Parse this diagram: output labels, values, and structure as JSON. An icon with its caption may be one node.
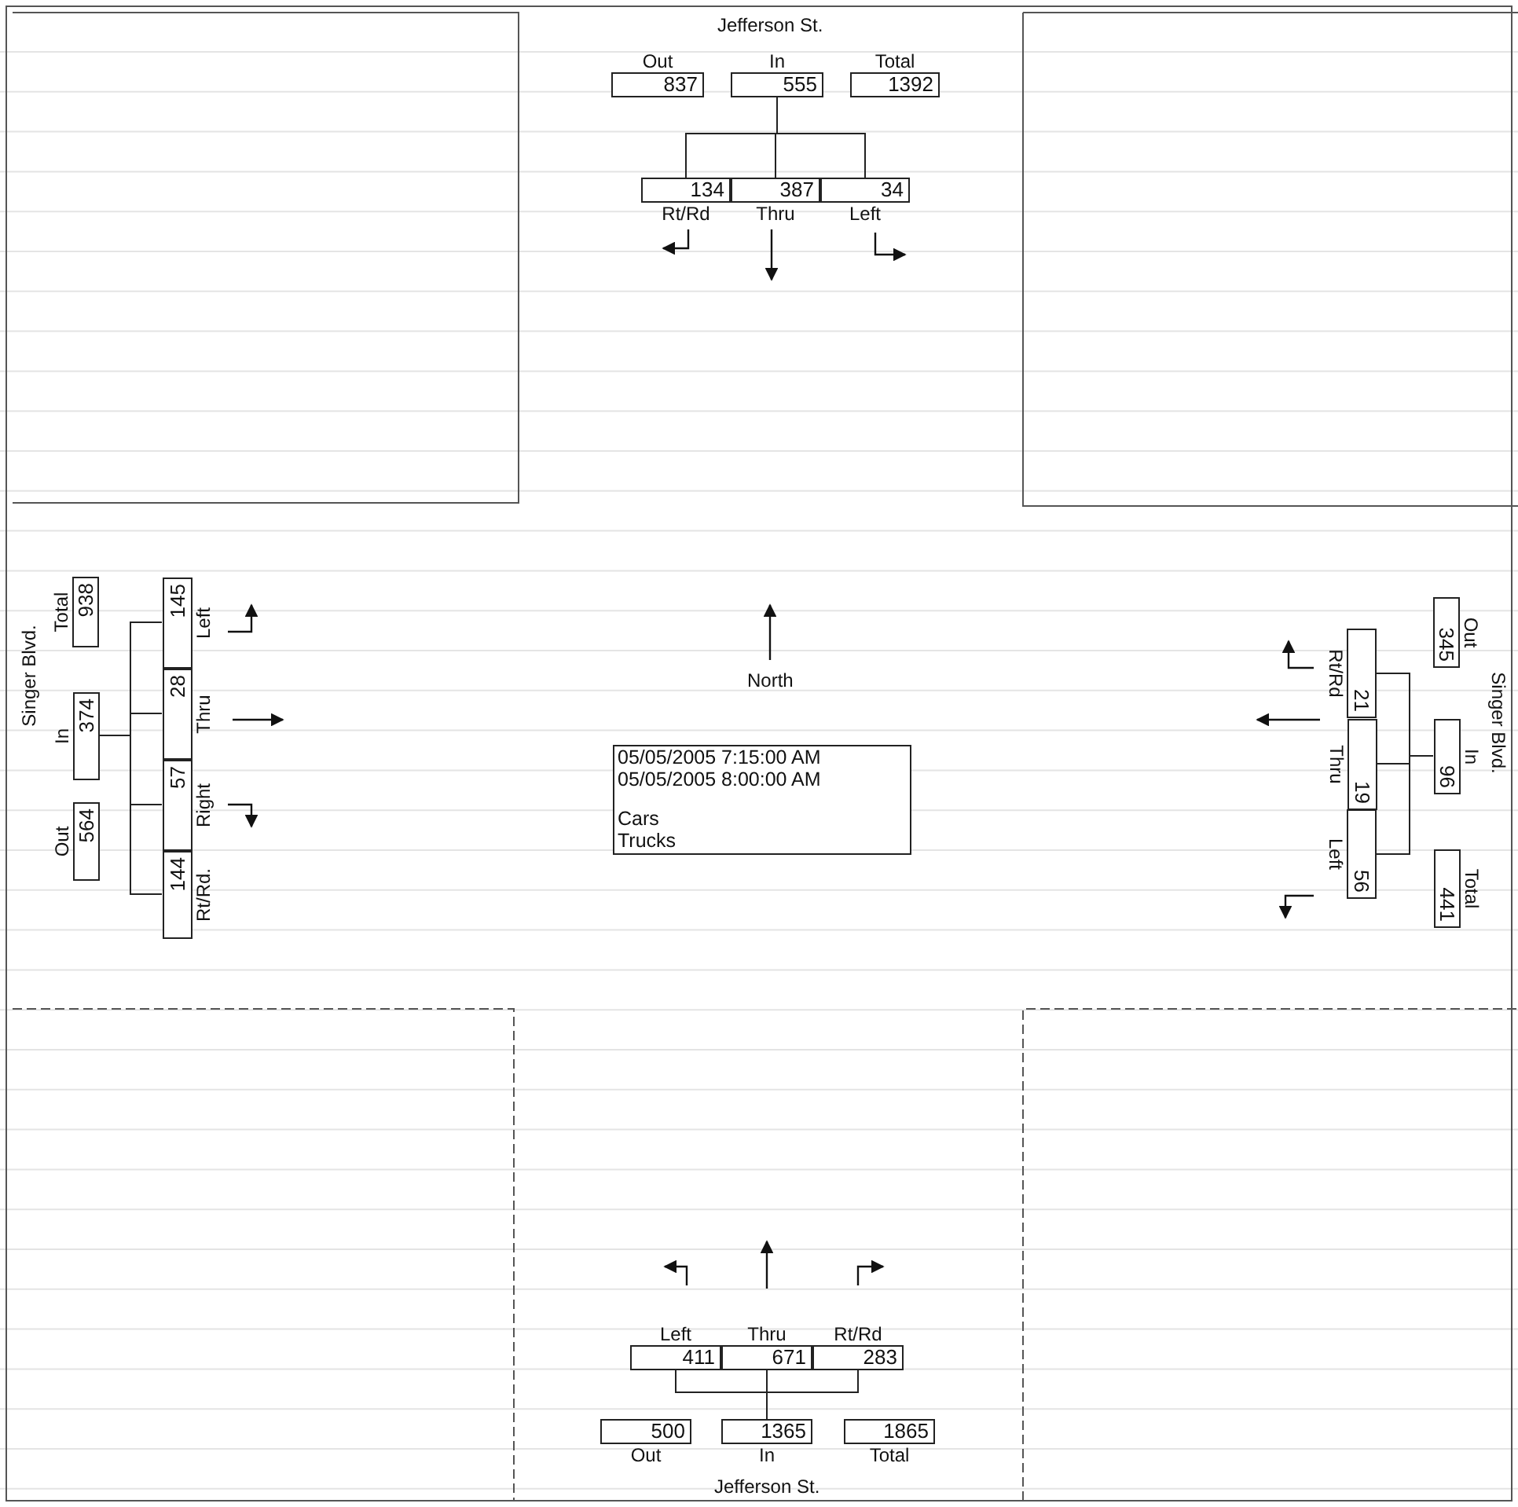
{
  "diagram": {
    "nodes": [
      {
        "text": [
          "Out",
          "837"
        ]
      },
      {
        "text": [
          "In",
          "555"
        ]
      },
      {
        "text": [
          "Total",
          "1392"
        ]
      },
      {
        "text": [
          "134",
          "Rt/Rd"
        ]
      },
      {
        "text": [
          "387",
          "Thru"
        ]
      },
      {
        "text": [
          "34",
          "Left"
        ]
      },
      {
        "text": [
          "Total",
          "938"
        ]
      },
      {
        "text": [
          "In",
          "374"
        ]
      },
      {
        "text": [
          "Out",
          "564"
        ]
      },
      {
        "text": [
          "145",
          "Left"
        ]
      },
      {
        "text": [
          "28",
          "Thru"
        ]
      },
      {
        "text": [
          "57",
          "Right"
        ]
      },
      {
        "text": [
          "144",
          "Rt/Rd."
        ]
      },
      {
        "text": [
          "05/05/2005 7:15:00 AM",
          "05/05/2005 8:00:00 AM",
          "Cars",
          "Trucks"
        ]
      },
      {
        "text": [
          "Rt/Rd",
          "21"
        ]
      },
      {
        "text": [
          "Thru",
          "19"
        ]
      },
      {
        "text": [
          "Left",
          "56"
        ]
      },
      {
        "text": [
          "345",
          "Out"
        ]
      },
      {
        "text": [
          "96",
          "In"
        ]
      },
      {
        "text": [
          "441",
          "Total"
        ]
      },
      {
        "text": [
          "Left",
          "411"
        ]
      },
      {
        "text": [
          "Thru",
          "671"
        ]
      },
      {
        "text": [
          "Rt/Rd",
          "283"
        ]
      },
      {
        "text": [
          "500",
          "Out"
        ]
      },
      {
        "text": [
          "1365",
          "In"
        ]
      },
      {
        "text": [
          "1865",
          "Total"
        ]
      }
    ],
    "edges": [
      {
        "from": 1,
        "to": 3,
        "arrow": "none"
      },
      {
        "from": 1,
        "to": 4,
        "arrow": "none"
      },
      {
        "from": 1,
        "to": 5,
        "arrow": "none"
      },
      {
        "from": 7,
        "to": 9,
        "arrow": "none"
      },
      {
        "from": 7,
        "to": 10,
        "arrow": "none"
      },
      {
        "from": 7,
        "to": 11,
        "arrow": "none"
      },
      {
        "from": 7,
        "to": 12,
        "arrow": "none"
      },
      {
        "from": 18,
        "to": 14,
        "arrow": "none"
      },
      {
        "from": 18,
        "to": 15,
        "arrow": "none"
      },
      {
        "from": 18,
        "to": 16,
        "arrow": "none"
      },
      {
        "from": 24,
        "to": 20,
        "arrow": "none"
      },
      {
        "from": 24,
        "to": 21,
        "arrow": "none"
      },
      {
        "from": 24,
        "to": 22,
        "arrow": "none"
      }
    ],
    "labels": [
      "Jefferson St.",
      "Singer Blvd.",
      "North",
      "Singer Blvd.",
      "Jefferson St."
    ]
  }
}
